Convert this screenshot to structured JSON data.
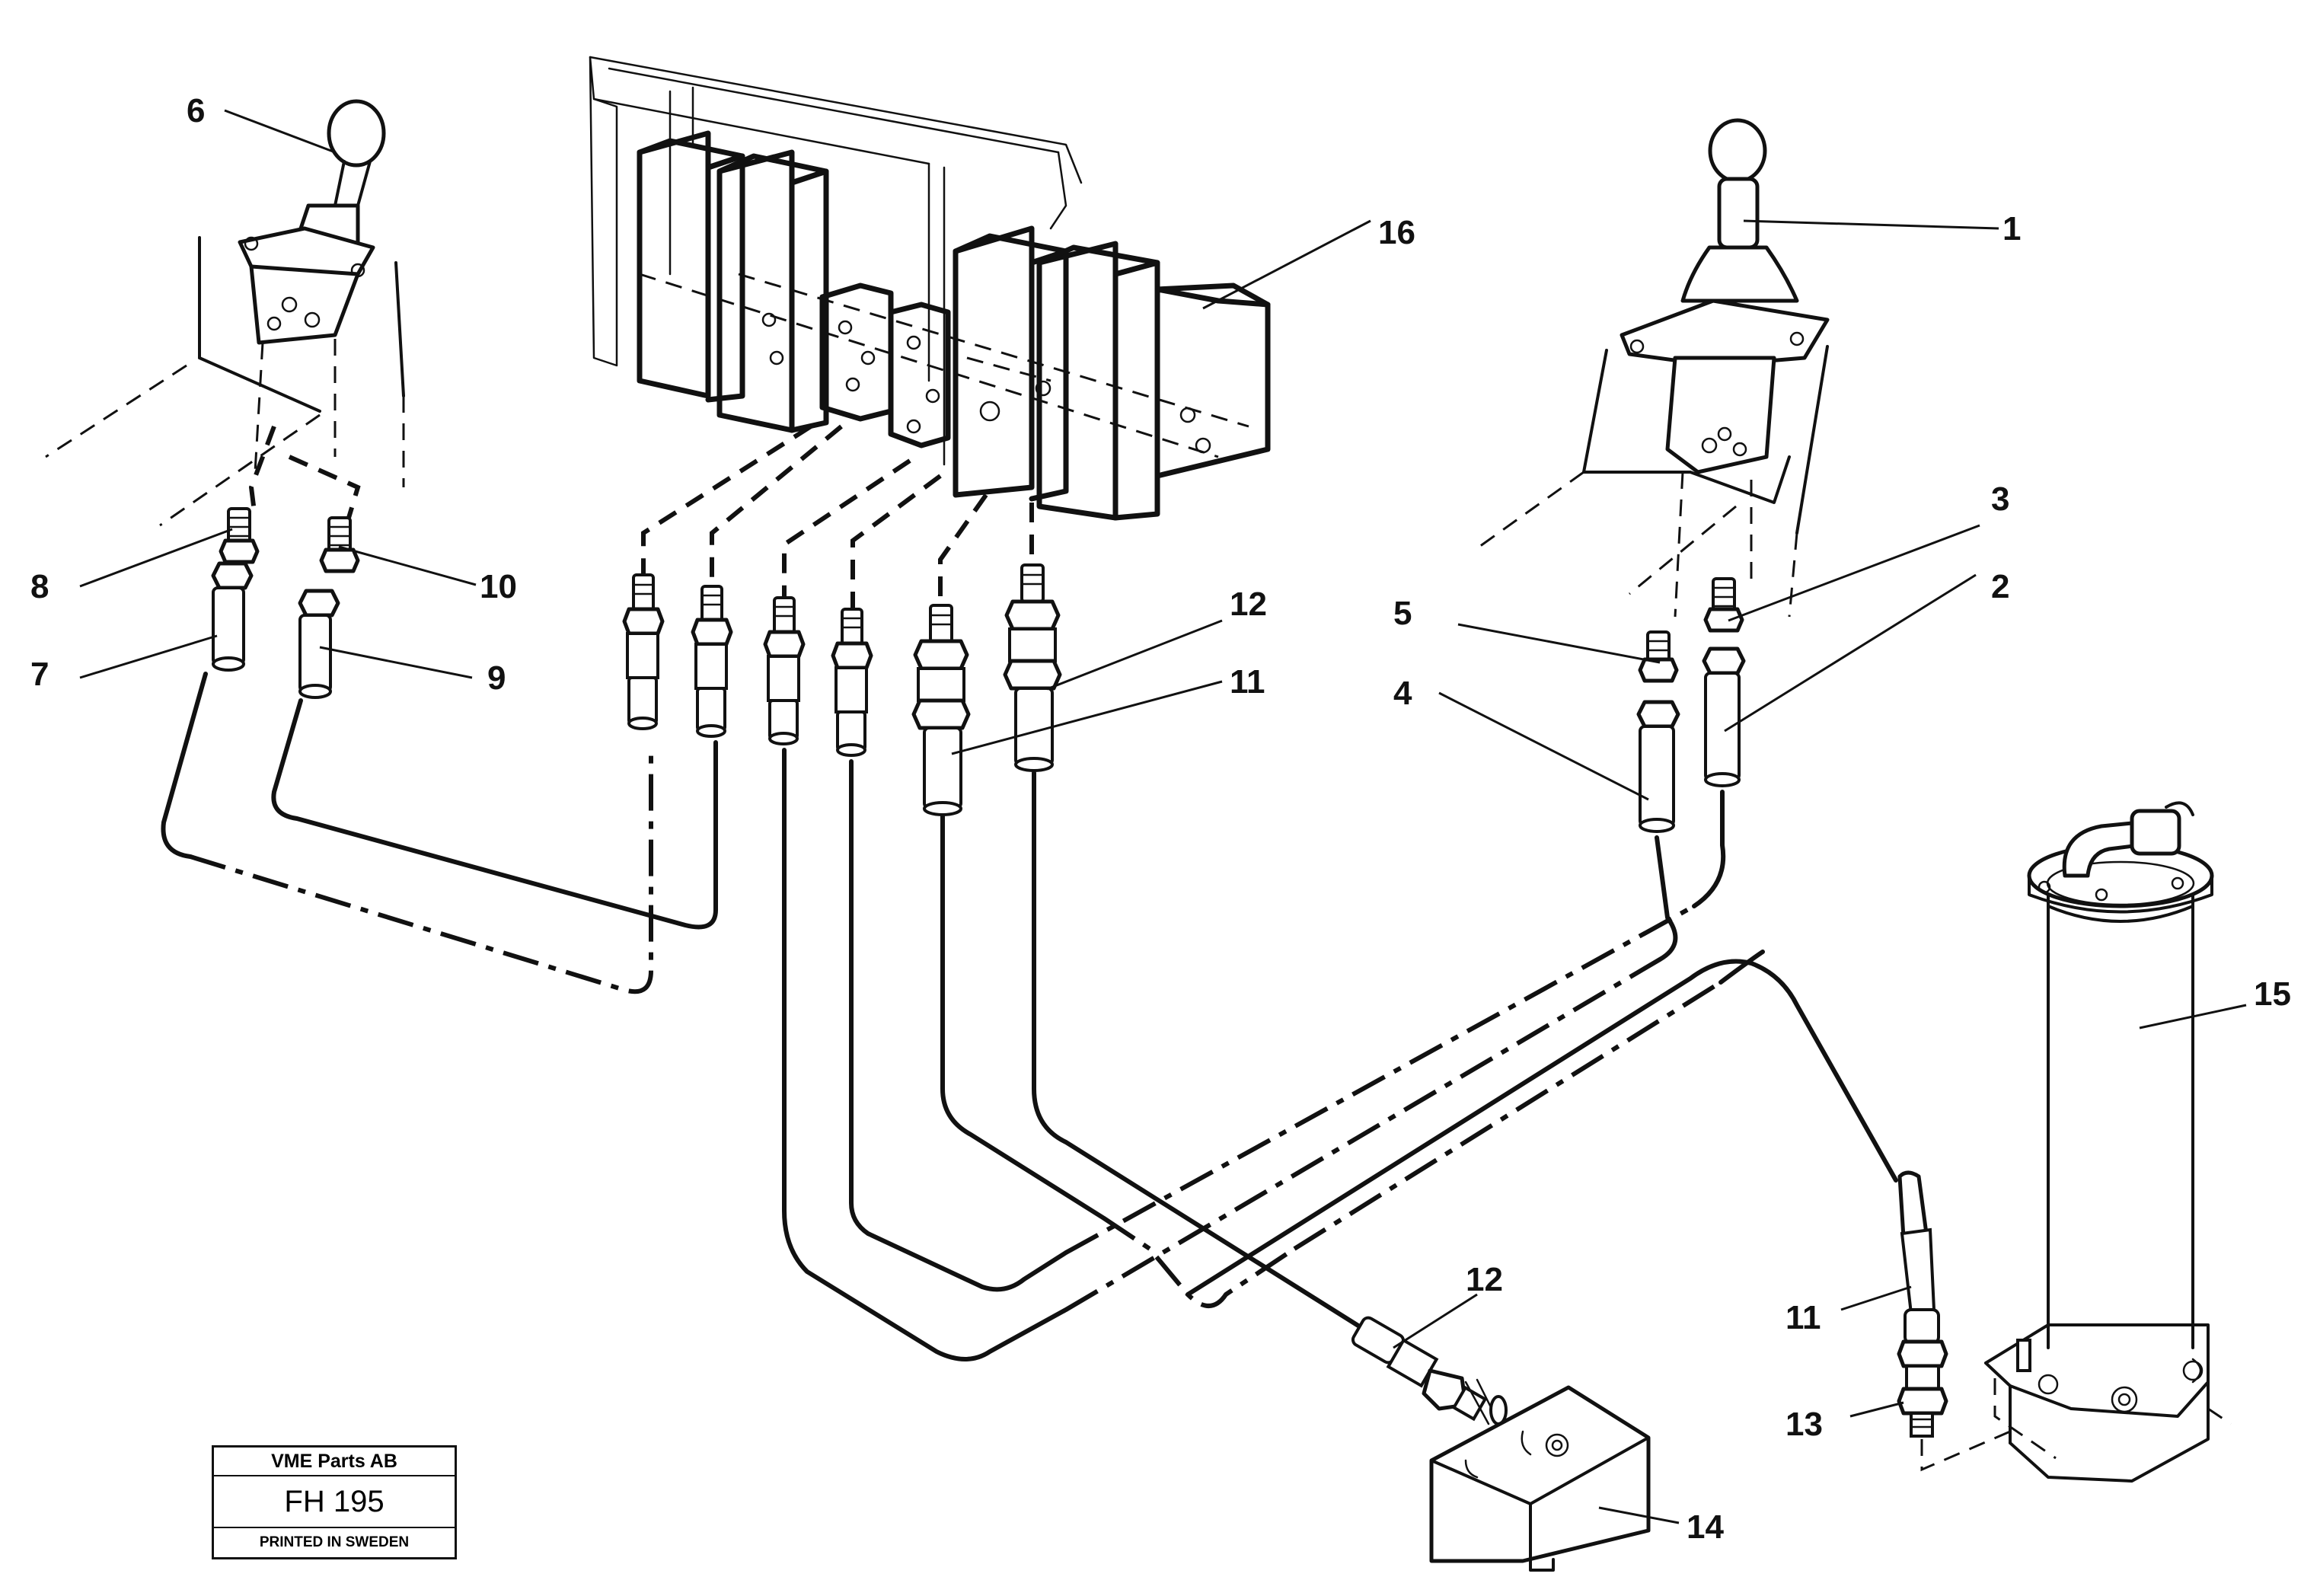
{
  "title_block": {
    "company": "VME Parts AB",
    "code": "FH 195",
    "printed": "PRINTED IN SWEDEN"
  },
  "callouts": {
    "c1": "1",
    "c2": "2",
    "c3": "3",
    "c4": "4",
    "c5": "5",
    "c6": "6",
    "c7": "7",
    "c8": "8",
    "c9": "9",
    "c10": "10",
    "c11a": "11",
    "c11b": "11",
    "c12a": "12",
    "c12b": "12",
    "c13": "13",
    "c14": "14",
    "c15": "15",
    "c16": "16"
  }
}
